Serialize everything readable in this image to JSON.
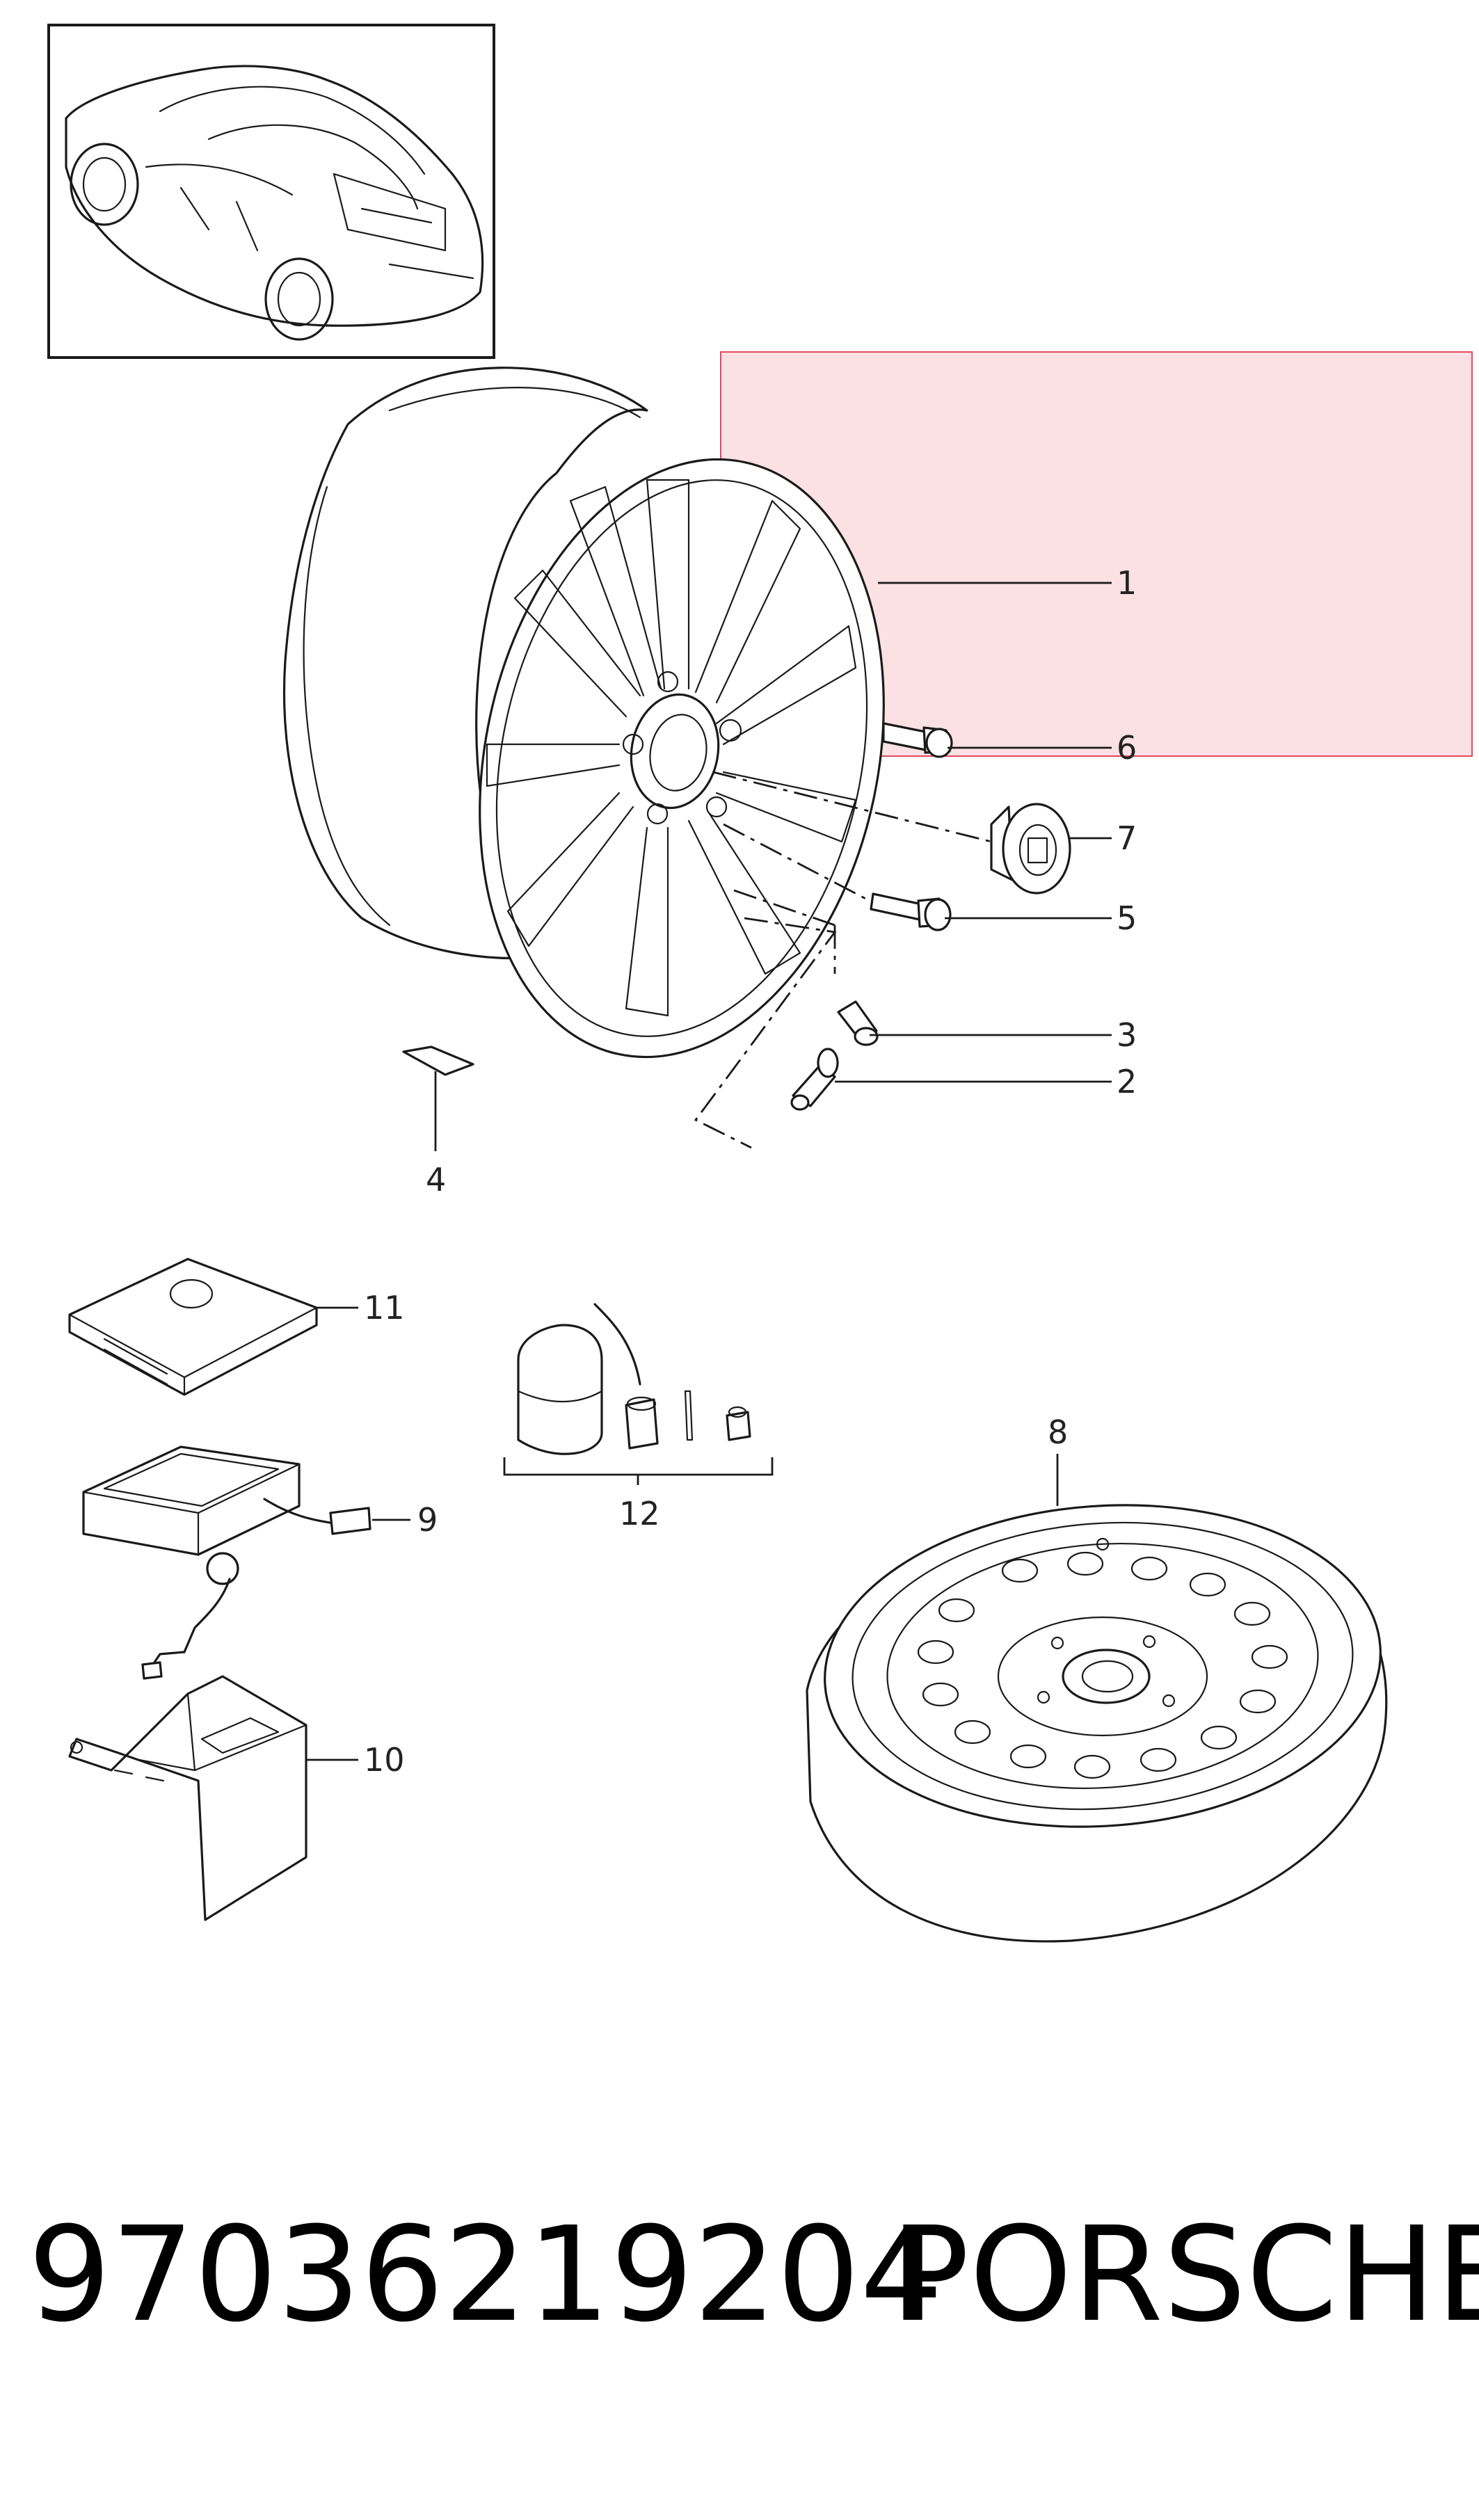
{
  "callouts": {
    "c1": "1",
    "c2": "2",
    "c3": "3",
    "c4": "4",
    "c5": "5",
    "c6": "6",
    "c7": "7",
    "c8": "8",
    "c9": "9",
    "c10": "10",
    "c11": "11",
    "c12": "12"
  },
  "footer": {
    "part_number": "97036219204",
    "brand": "PORSCHE"
  },
  "colors": {
    "highlight": "#f8c6cd",
    "highlight_border": "#e5485e",
    "line": "#1a1a1a"
  }
}
